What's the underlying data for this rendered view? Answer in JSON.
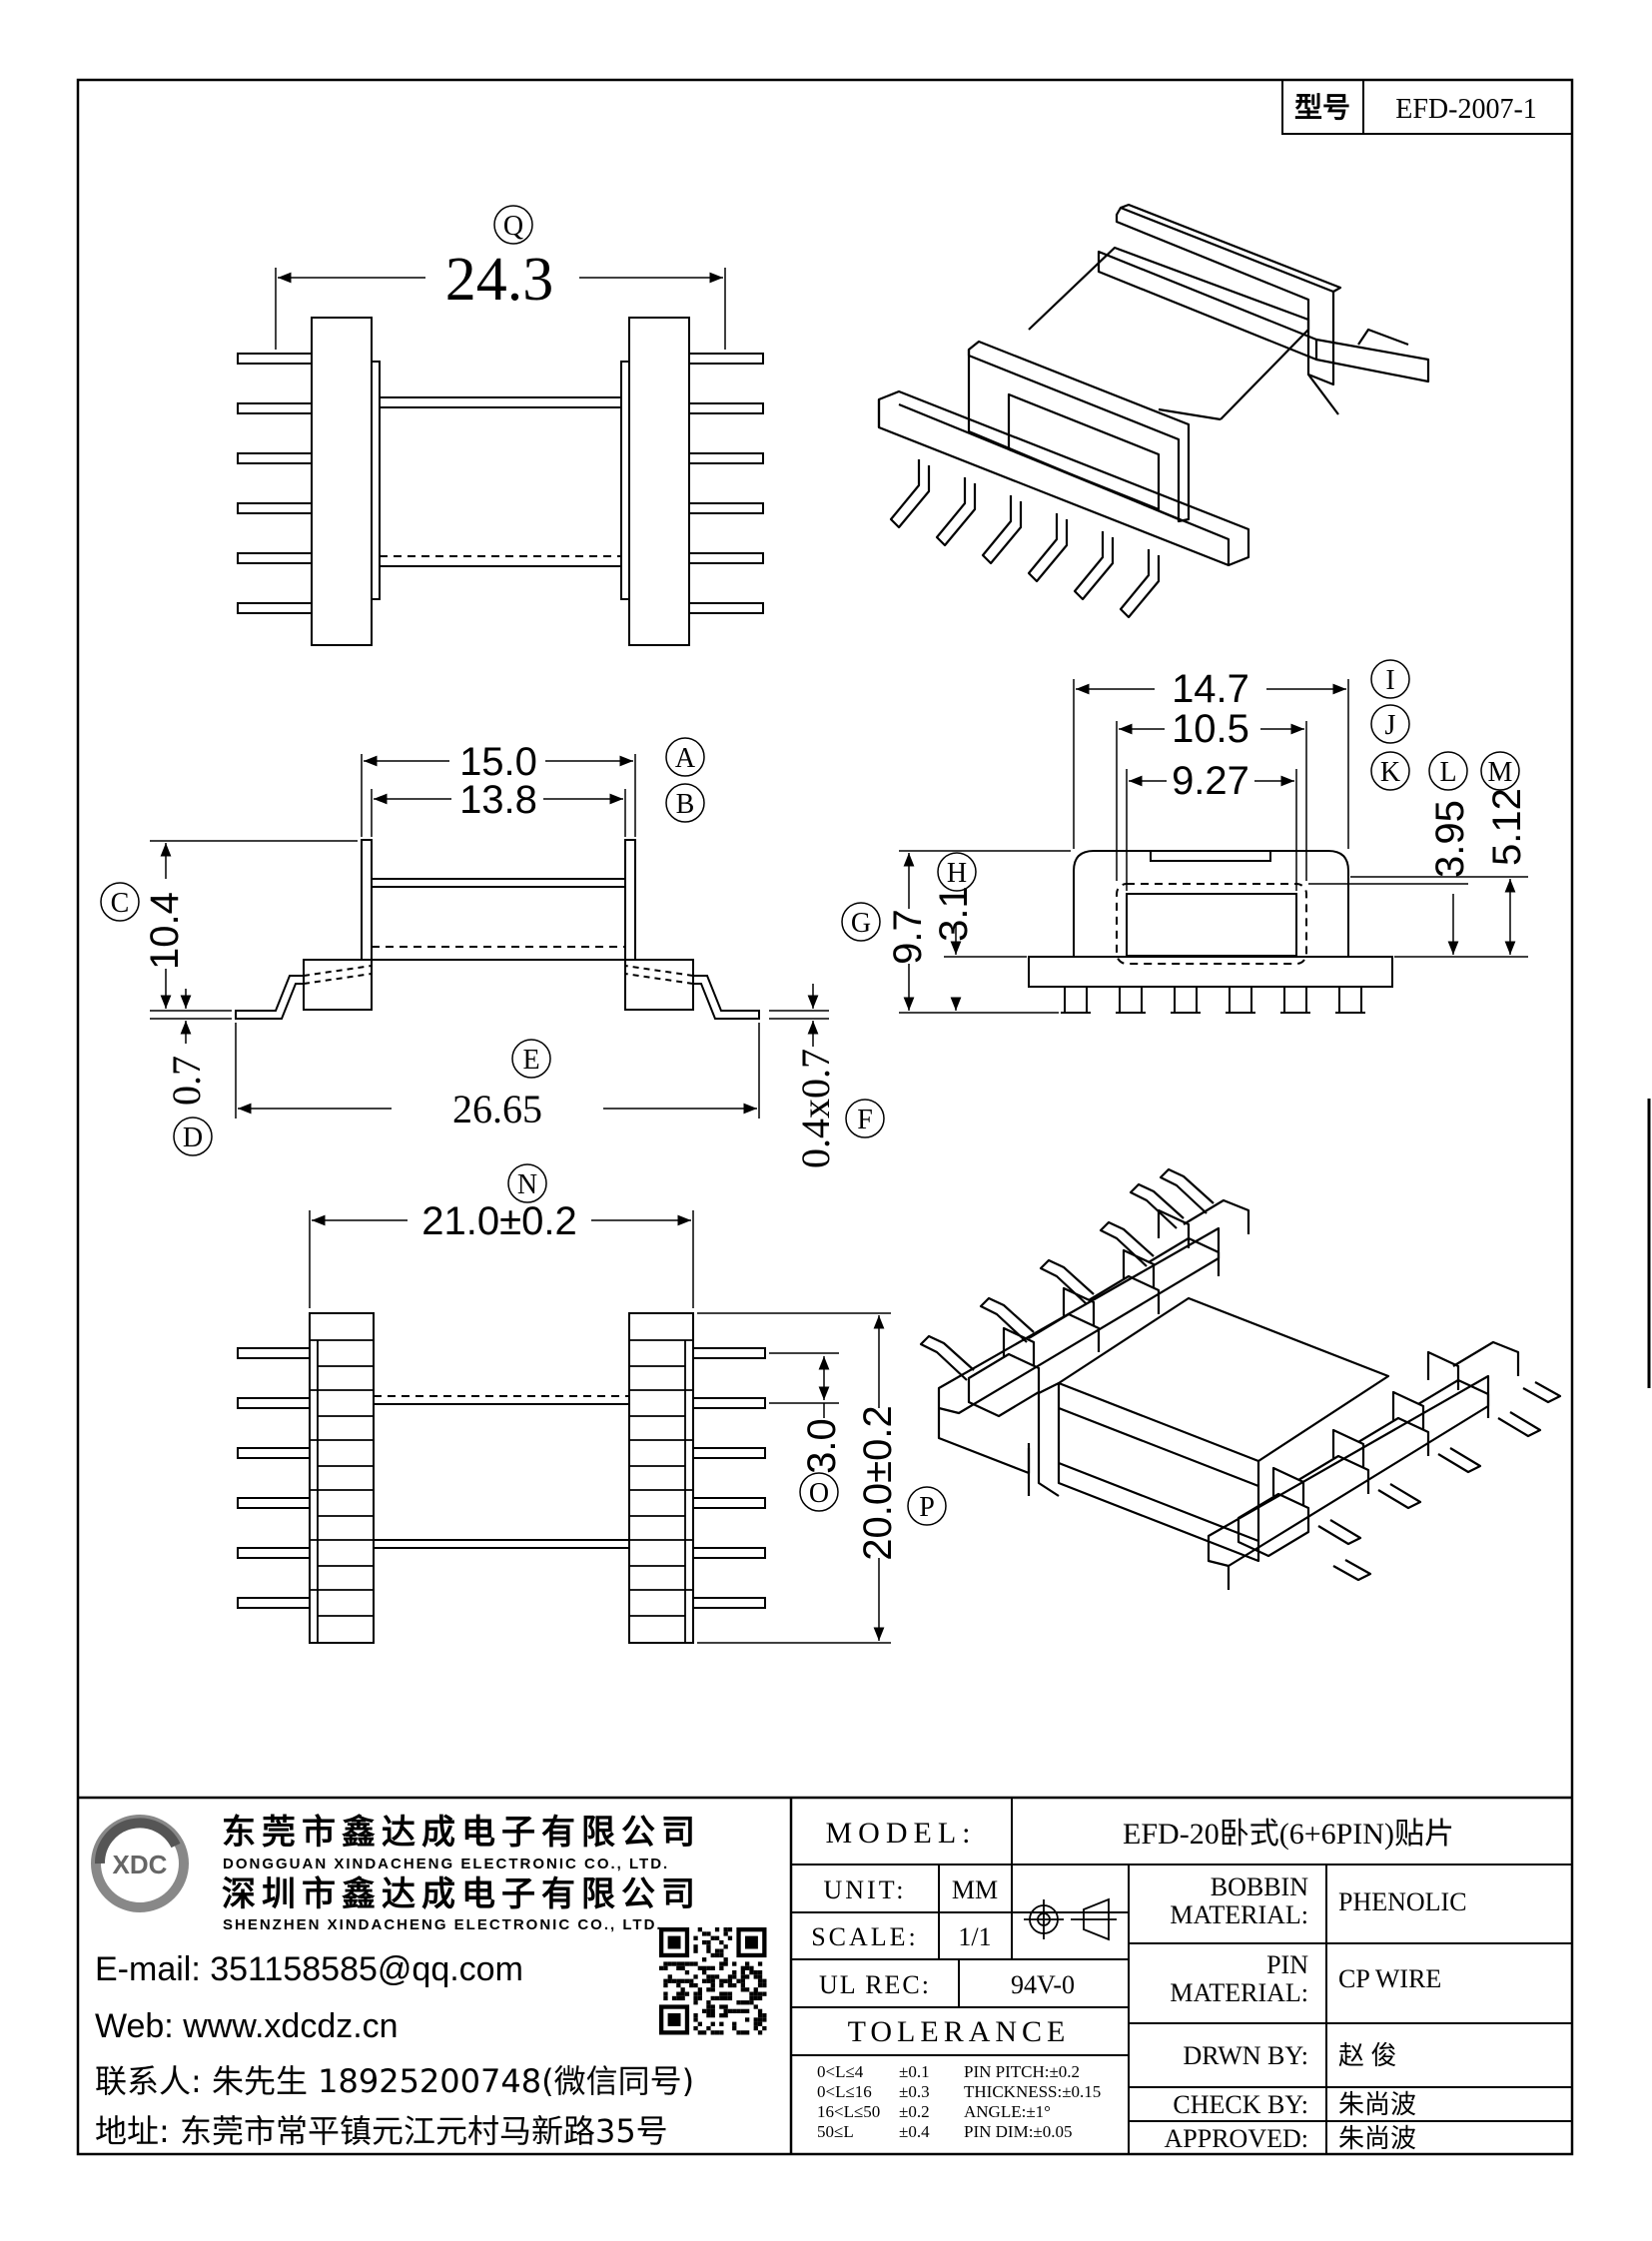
{
  "part_no": {
    "label": "型号",
    "value": "EFD-2007-1"
  },
  "top_view": {
    "dim": "24.3",
    "tag": "Q"
  },
  "side_view": {
    "dim_a": "15.0",
    "tag_a": "A",
    "dim_b": "13.8",
    "tag_b": "B",
    "dim_c": "10.4",
    "tag_c": "C",
    "dim_d": "0.7",
    "tag_d": "D",
    "dim_e": "26.65",
    "tag_e": "E",
    "dim_f": "0.4x0.7",
    "tag_f": "F"
  },
  "front_view": {
    "dim_i": "14.7",
    "tag_i": "I",
    "dim_j": "10.5",
    "tag_j": "J",
    "dim_k": "9.27",
    "tag_k": "K",
    "dim_l": "3.95",
    "tag_l": "L",
    "dim_m": "5.12",
    "tag_m": "M",
    "dim_g": "9.7",
    "tag_g": "G",
    "dim_h": "3.1",
    "tag_h": "H"
  },
  "bottom_view": {
    "dim_n": "21.0±0.2",
    "tag_n": "N",
    "dim_o": "3.0",
    "tag_o": "O",
    "dim_p": "20.0±0.2",
    "tag_p": "P"
  },
  "company": {
    "name_cn_1": "东莞市鑫达成电子有限公司",
    "name_en_1": "DONGGUAN XINDACHENG ELECTRONIC CO., LTD.",
    "name_cn_2": "深圳市鑫达成电子有限公司",
    "name_en_2": "SHENZHEN XINDACHENG ELECTRONIC CO., LTD.",
    "logo_text": "XDC",
    "email": "E-mail: 351158585@qq.com",
    "web": "Web: www.xdcdz.cn",
    "contact": "联系人: 朱先生 18925200748(微信同号)",
    "address": "地址: 东莞市常平镇元江元村马新路35号"
  },
  "title_block": {
    "model_label": "MODEL:",
    "model_value": "EFD-20卧式(6+6PIN)贴片",
    "unit_label": "UNIT:",
    "unit_value": "MM",
    "scale_label": "SCALE:",
    "scale_value": "1/1",
    "ulrec_label": "UL REC:",
    "ulrec_value": "94V-0",
    "tolerance_label": "TOLERANCE",
    "tolerances": [
      {
        "range": "0<L≤4",
        "tol": "±0.1",
        "item": "PIN PITCH:±0.2"
      },
      {
        "range": "0<L≤16",
        "tol": "±0.3",
        "item": "THICKNESS:±0.15"
      },
      {
        "range": "16<L≤50",
        "tol": "±0.2",
        "item": "ANGLE:±1°"
      },
      {
        "range": "50≤L",
        "tol": "±0.4",
        "item": "PIN DIM:±0.05"
      }
    ],
    "bobbin_label_1": "BOBBIN",
    "bobbin_label_2": "MATERIAL:",
    "bobbin_value": "PHENOLIC",
    "pin_label_1": "PIN",
    "pin_label_2": "MATERIAL:",
    "pin_value": "CP WIRE",
    "drawn_label": "DRWN BY:",
    "drawn_value": "赵 俊",
    "check_label": "CHECK BY:",
    "check_value": "朱尚波",
    "approved_label": "APPROVED:",
    "approved_value": "朱尚波"
  }
}
